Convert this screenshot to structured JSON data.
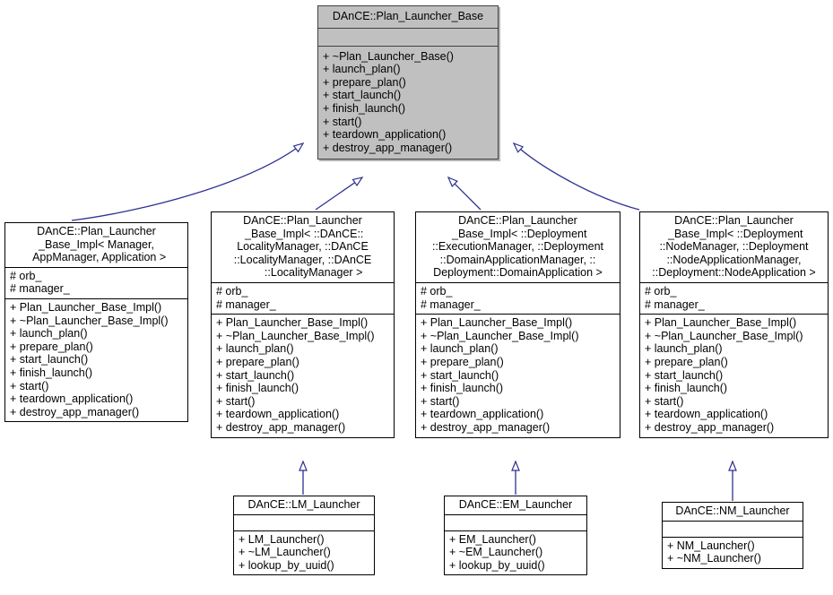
{
  "diagram": {
    "kind": "uml-class-inheritance-diagram",
    "background": "#ffffff",
    "edge_color": "#2e3192",
    "root_fill": "#c0c0c0",
    "node_fill": "#ffffff",
    "border_color": "#000000"
  },
  "nodes": {
    "base": {
      "name": "DAnCE::Plan_Launcher_Base",
      "title_lines": [
        "DAnCE::Plan_Launcher_Base"
      ],
      "attributes": [],
      "operations": [
        "+ ~Plan_Launcher_Base()",
        "+ launch_plan()",
        "+ prepare_plan()",
        "+ start_launch()",
        "+ finish_launch()",
        "+ start()",
        "+ teardown_application()",
        "+ destroy_app_manager()"
      ]
    },
    "impl_mgr": {
      "name": "DAnCE::Plan_Launcher_Base_Impl< Manager, AppManager, Application >",
      "title_lines": [
        "DAnCE::Plan_Launcher",
        "_Base_Impl< Manager,",
        "  AppManager, Application >"
      ],
      "attributes": [
        "# orb_",
        "# manager_"
      ],
      "operations": [
        "+ Plan_Launcher_Base_Impl()",
        "+ ~Plan_Launcher_Base_Impl()",
        "+ launch_plan()",
        "+ prepare_plan()",
        "+ start_launch()",
        "+ finish_launch()",
        "+ start()",
        "+ teardown_application()",
        "+ destroy_app_manager()"
      ]
    },
    "impl_lm": {
      "name": "DAnCE::Plan_Launcher_Base_Impl< ::DAnCE::LocalityManager, ::DAnCE::LocalityManager, ::DAnCE::LocalityManager >",
      "title_lines": [
        "DAnCE::Plan_Launcher",
        " _Base_Impl< ::DAnCE::",
        "LocalityManager, ::DAnCE",
        "::LocalityManager, ::DAnCE",
        "       ::LocalityManager >"
      ],
      "attributes": [
        "# orb_",
        "# manager_"
      ],
      "operations": [
        "+ Plan_Launcher_Base_Impl()",
        "+ ~Plan_Launcher_Base_Impl()",
        "+ launch_plan()",
        "+ prepare_plan()",
        "+ start_launch()",
        "+ finish_launch()",
        "+ start()",
        "+ teardown_application()",
        "+ destroy_app_manager()"
      ]
    },
    "impl_em": {
      "name": "DAnCE::Plan_Launcher_Base_Impl< ::Deployment::ExecutionManager, ::Deployment::DomainApplicationManager, ::Deployment::DomainApplication >",
      "title_lines": [
        "DAnCE::Plan_Launcher",
        " _Base_Impl< ::Deployment",
        "::ExecutionManager, ::Deployment",
        "::DomainApplicationManager, ::",
        "Deployment::DomainApplication >"
      ],
      "attributes": [
        "# orb_",
        "# manager_"
      ],
      "operations": [
        "+ Plan_Launcher_Base_Impl()",
        "+ ~Plan_Launcher_Base_Impl()",
        "+ launch_plan()",
        "+ prepare_plan()",
        "+ start_launch()",
        "+ finish_launch()",
        "+ start()",
        "+ teardown_application()",
        "+ destroy_app_manager()"
      ]
    },
    "impl_nm": {
      "name": "DAnCE::Plan_Launcher_Base_Impl< ::Deployment::NodeManager, ::Deployment::NodeApplicationManager, ::Deployment::NodeApplication >",
      "title_lines": [
        "DAnCE::Plan_Launcher",
        " _Base_Impl< ::Deployment",
        "::NodeManager, ::Deployment",
        "::NodeApplicationManager,",
        "::Deployment::NodeApplication >"
      ],
      "attributes": [
        "# orb_",
        "# manager_"
      ],
      "operations": [
        "+ Plan_Launcher_Base_Impl()",
        "+ ~Plan_Launcher_Base_Impl()",
        "+ launch_plan()",
        "+ prepare_plan()",
        "+ start_launch()",
        "+ finish_launch()",
        "+ start()",
        "+ teardown_application()",
        "+ destroy_app_manager()"
      ]
    },
    "lm_launcher": {
      "name": "DAnCE::LM_Launcher",
      "title_lines": [
        "DAnCE::LM_Launcher"
      ],
      "attributes": [],
      "operations": [
        "+ LM_Launcher()",
        "+ ~LM_Launcher()",
        "+ lookup_by_uuid()"
      ]
    },
    "em_launcher": {
      "name": "DAnCE::EM_Launcher",
      "title_lines": [
        "DAnCE::EM_Launcher"
      ],
      "attributes": [],
      "operations": [
        "+ EM_Launcher()",
        "+ ~EM_Launcher()",
        "+ lookup_by_uuid()"
      ]
    },
    "nm_launcher": {
      "name": "DAnCE::NM_Launcher",
      "title_lines": [
        "DAnCE::NM_Launcher"
      ],
      "attributes": [],
      "operations": [
        "+ NM_Launcher()",
        "+ ~NM_Launcher()"
      ]
    }
  },
  "edges": [
    {
      "from": "impl_mgr",
      "to": "base",
      "type": "generalization"
    },
    {
      "from": "impl_lm",
      "to": "base",
      "type": "generalization"
    },
    {
      "from": "impl_em",
      "to": "base",
      "type": "generalization"
    },
    {
      "from": "impl_nm",
      "to": "base",
      "type": "generalization"
    },
    {
      "from": "lm_launcher",
      "to": "impl_lm",
      "type": "generalization"
    },
    {
      "from": "em_launcher",
      "to": "impl_em",
      "type": "generalization"
    },
    {
      "from": "nm_launcher",
      "to": "impl_nm",
      "type": "generalization"
    }
  ]
}
